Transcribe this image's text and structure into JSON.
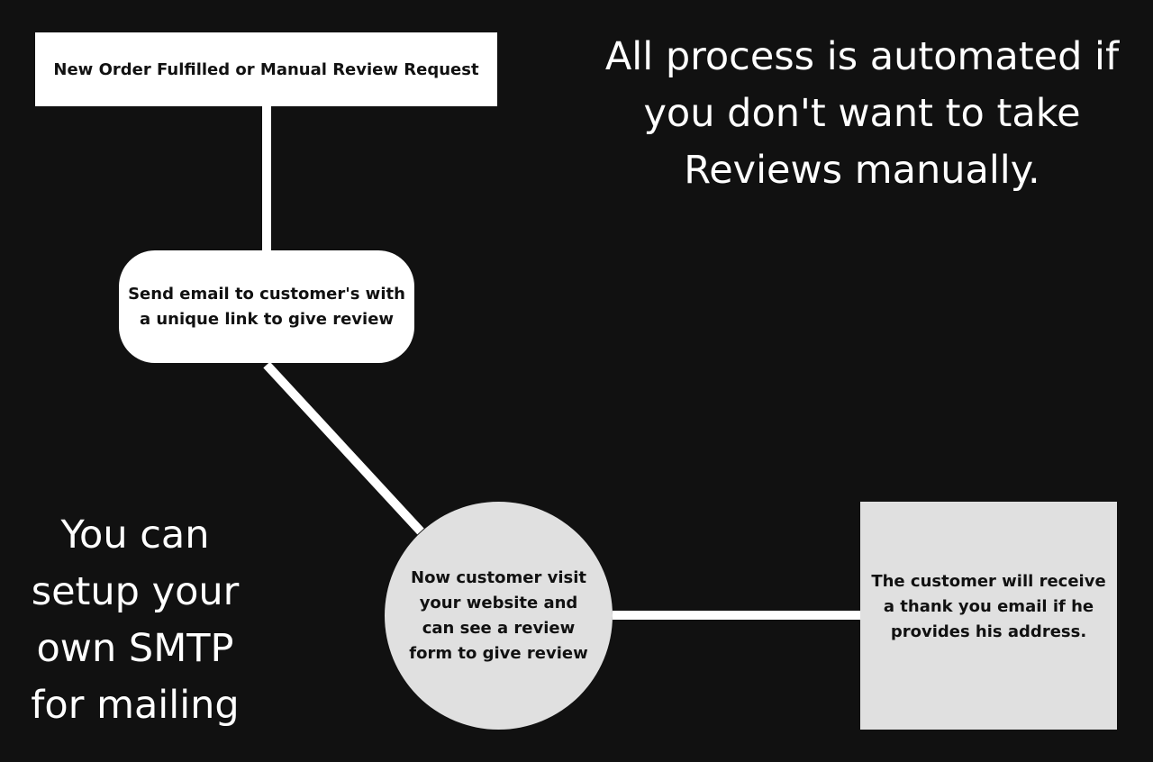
{
  "diagram": {
    "background_color": "#111111",
    "connector_color": "#ffffff",
    "nodes": {
      "start": {
        "label": "New Order Fulfilled or Manual Review Request",
        "shape": "rectangle",
        "fill": "#ffffff"
      },
      "email": {
        "label": "Send email to customer's with a unique link to give review",
        "shape": "rounded-rectangle",
        "fill": "#ffffff"
      },
      "visit": {
        "label": "Now customer visit your website and can see a review form to give review",
        "shape": "circle",
        "fill": "#e0e0e0"
      },
      "thanks": {
        "label": "The customer will receive a thank you email if he provides his address.",
        "shape": "square",
        "fill": "#e0e0e0"
      }
    },
    "edges": [
      {
        "from": "start",
        "to": "email"
      },
      {
        "from": "email",
        "to": "visit"
      },
      {
        "from": "visit",
        "to": "thanks"
      }
    ],
    "captions": {
      "automated": "All process is automated if you don't want to take Reviews manually.",
      "smtp": "You can setup your own SMTP for mailing"
    }
  }
}
